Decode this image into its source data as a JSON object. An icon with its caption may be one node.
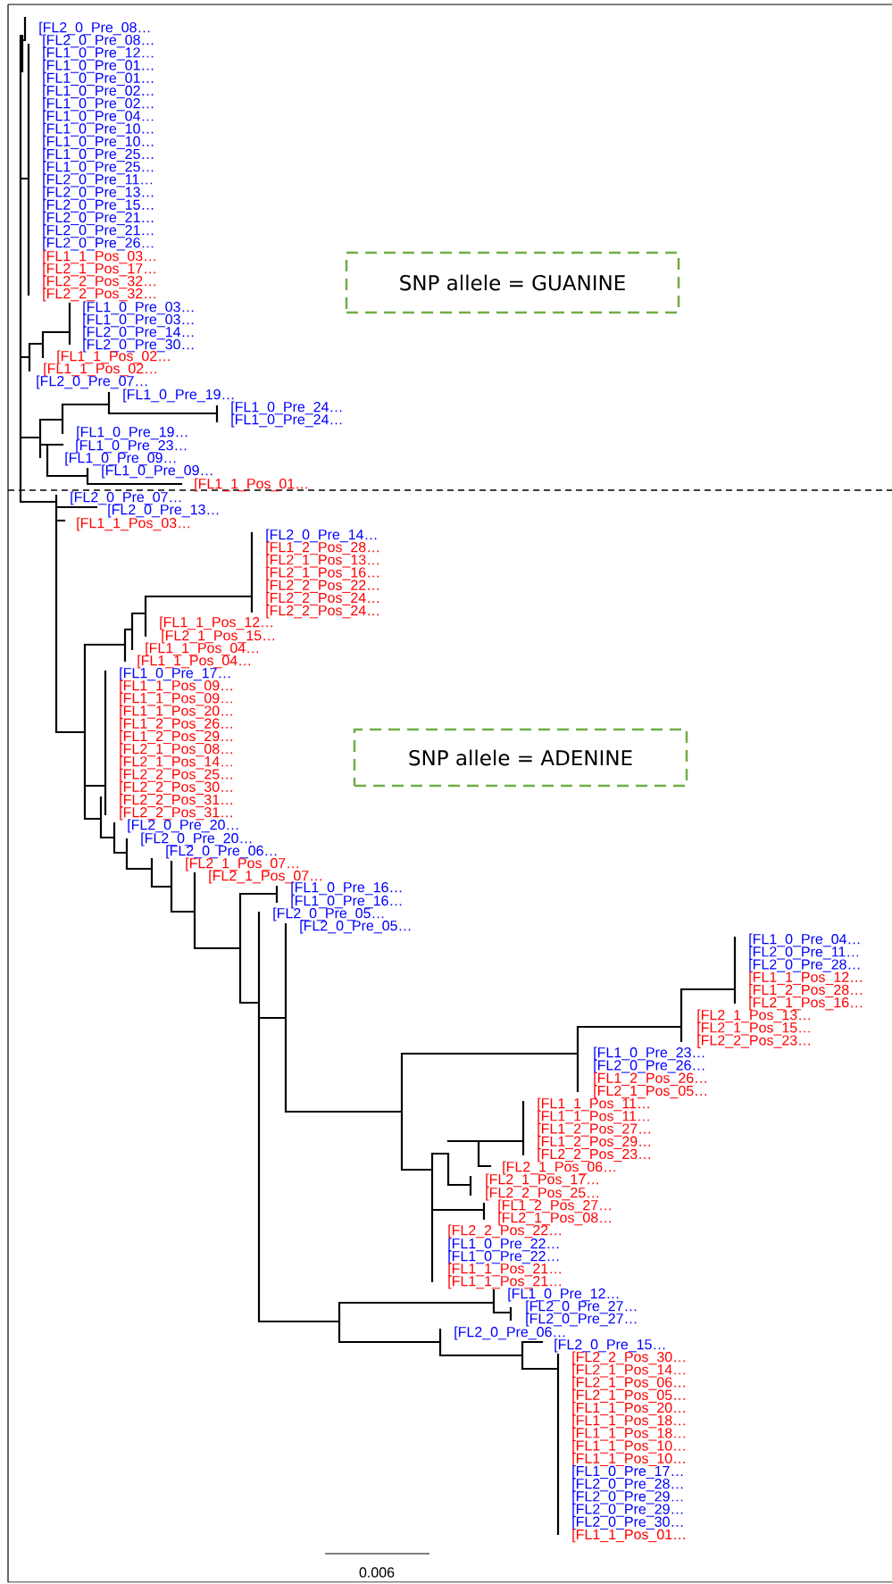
{
  "diagram": {
    "nodes": [
      {
        "text": [
          "SNP allele = GUANINE"
        ]
      },
      {
        "text": [
          "SNP allele = ADENINE"
        ]
      }
    ],
    "labels": [
      "[FL2_0_Pre_08…",
      "[FL2_0_Pre_08…",
      "[FL1_0_Pre_12…",
      "[FL1_0_Pre_01…",
      "[FL1_0_Pre_01…",
      "[FL1_0_Pre_02…",
      "[FL1_0_Pre_02…",
      "[FL1_0_Pre_04…",
      "[FL1_0_Pre_10…",
      "[FL1_0_Pre_10…",
      "[FL1_0_Pre_25…",
      "[FL1_0_Pre_25…",
      "[FL2_0_Pre_11…",
      "[FL2_0_Pre_13…",
      "[FL2_0_Pre_15…",
      "[FL2_0_Pre_21…",
      "[FL2_0_Pre_21…",
      "[FL2_0_Pre_26…",
      "[FL1_1_Pos_03…",
      "[FL2_1_Pos_17…",
      "[FL2_2_Pos_32…",
      "[FL2_2_Pos_32…",
      "[FL1_0_Pre_03…",
      "[FL1_0_Pre_03…",
      "[FL2_0_Pre_14…",
      "[FL2_0_Pre_30…",
      "[FL1_1_Pos_02…",
      "[FL1_1_Pos_02…",
      "[FL2_0_Pre_07…",
      "[FL1_0_Pre_19…",
      "[FL1_0_Pre_24…",
      "[FL1_0_Pre_24…",
      "[FL1_0_Pre_19…",
      "[FL1_0_Pre_23…",
      "[FL1_0_Pre_09…",
      "[FL1_0_Pre_09…",
      "[FL1_1_Pos_01…",
      "[FL2_0_Pre_07…",
      "[FL2_0_Pre_13…",
      "[FL1_1_Pos_03…",
      "[FL2_0_Pre_14…",
      "[FL1_2_Pos_28…",
      "[FL2_1_Pos_13…",
      "[FL2_1_Pos_16…",
      "[FL2_2_Pos_22…",
      "[FL2_2_Pos_24…",
      "[FL2_2_Pos_24…",
      "[FL1_1_Pos_12…",
      "[FL2_1_Pos_15…",
      "[FL1_1_Pos_04…",
      "[FL1_1_Pos_04…",
      "[FL1_0_Pre_17…",
      "[FL1_1_Pos_09…",
      "[FL1_1_Pos_09…",
      "[FL1_1_Pos_20…",
      "[FL1_2_Pos_26…",
      "[FL1_2_Pos_29…",
      "[FL2_1_Pos_08…",
      "[FL2_1_Pos_14…",
      "[FL2_2_Pos_25…",
      "[FL2_2_Pos_30…",
      "[FL2_2_Pos_31…",
      "[FL2_2_Pos_31…",
      "[FL2_0_Pre_20…",
      "[FL2_0_Pre_20…",
      "[FL2_0_Pre_06…",
      "[FL2_1_Pos_07…",
      "[FL2_1_Pos_07…",
      "[FL1_0_Pre_16…",
      "[FL1_0_Pre_16…",
      "[FL2_0_Pre_05…",
      "[FL2_0_Pre_05…",
      "[FL1_0_Pre_04…",
      "[FL2_0_Pre_11…",
      "[FL2_0_Pre_28…",
      "[FL1_1_Pos_12…",
      "[FL1_2_Pos_28…",
      "[FL2_1_Pos_16…",
      "[FL2_1_Pos_13…",
      "[FL2_1_Pos_15…",
      "[FL2_2_Pos_23…",
      "[FL1_0_Pre_23…",
      "[FL2_0_Pre_26…",
      "[FL1_2_Pos_26…",
      "[FL2_1_Pos_05…",
      "[FL1_1_Pos_11…",
      "[FL1_1_Pos_11…",
      "[FL1_2_Pos_27…",
      "[FL1_2_Pos_29…",
      "[FL2_2_Pos_23…",
      "[FL2_1_Pos_06…",
      "[FL2_1_Pos_17…",
      "[FL2_2_Pos_25…",
      "[FL1_2_Pos_27…",
      "[FL2_1_Pos_08…",
      "[FL2_2_Pos_22…",
      "[FL1_0_Pre_22…",
      "[FL1_0_Pre_22…",
      "[FL1_1_Pos_21…",
      "[FL1_1_Pos_21…",
      "[FL1_0_Pre_12…",
      "[FL2_0_Pre_27…",
      "[FL2_0_Pre_27…",
      "[FL2_0_Pre_06…",
      "[FL2_0_Pre_15…",
      "[FL2_2_Pos_30…",
      "[FL2_1_Pos_14…",
      "[FL2_1_Pos_06…",
      "[FL2_1_Pos_05…",
      "[FL1_1_Pos_20…",
      "[FL1_1_Pos_18…",
      "[FL1_1_Pos_18…",
      "[FL1_1_Pos_10…",
      "[FL1_1_Pos_10…",
      "[FL1_0_Pre_17…",
      "[FL2_0_Pre_28…",
      "[FL2_0_Pre_29…",
      "[FL2_0_Pre_29…",
      "[FL2_0_Pre_30…",
      "[FL1_1_Pos_01…",
      "0.006"
    ]
  }
}
